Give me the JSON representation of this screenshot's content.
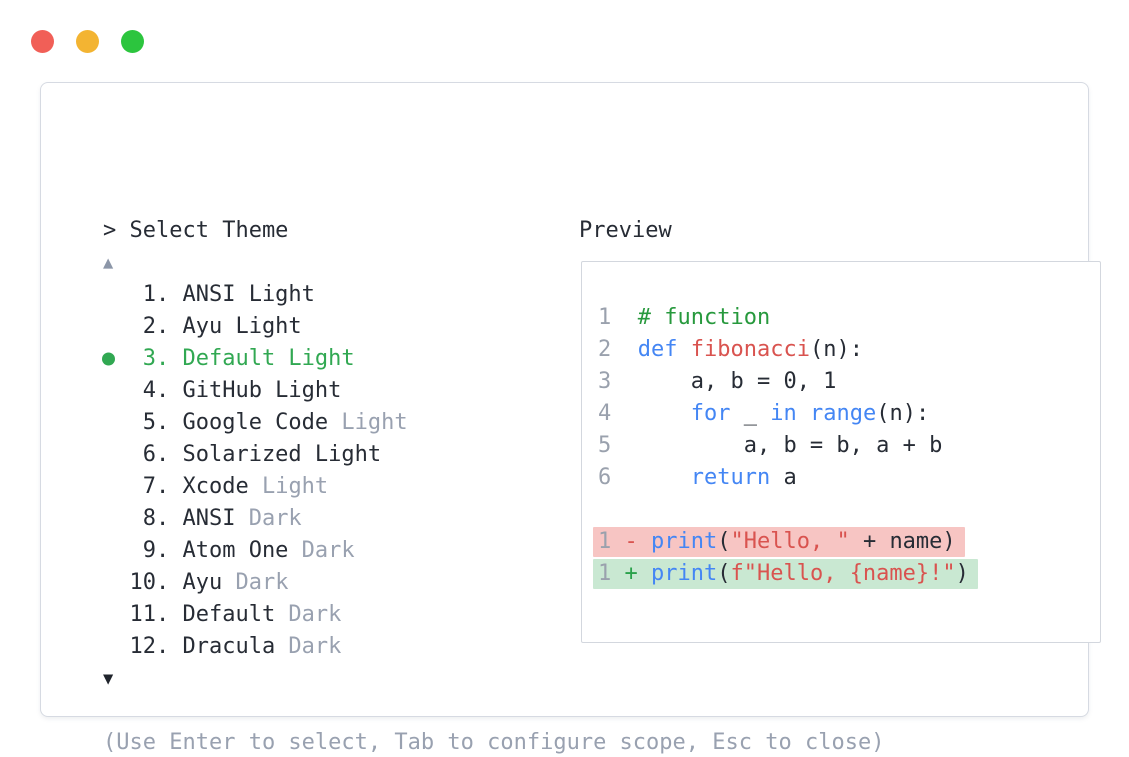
{
  "window": {
    "traffic_lights": [
      {
        "name": "close",
        "color_key": "traffic_red"
      },
      {
        "name": "minimize",
        "color_key": "traffic_yellow"
      },
      {
        "name": "zoom",
        "color_key": "traffic_green"
      }
    ],
    "prompt": "> Select Theme",
    "scroll_up_indicator": "▲",
    "scroll_down_indicator": "▼",
    "footer_hint": "(Use Enter to select, Tab to configure scope, Esc to close)"
  },
  "theme_list": {
    "selected_number": "3",
    "items": [
      {
        "number": "1",
        "name": "ANSI Light",
        "suffix": "",
        "selected": false
      },
      {
        "number": "2",
        "name": "Ayu Light",
        "suffix": "",
        "selected": false
      },
      {
        "number": "3",
        "name": "Default Light",
        "suffix": "",
        "selected": true
      },
      {
        "number": "4",
        "name": "GitHub Light",
        "suffix": "",
        "selected": false
      },
      {
        "number": "5",
        "name": "Google Code",
        "suffix": "Light",
        "selected": false
      },
      {
        "number": "6",
        "name": "Solarized Light",
        "suffix": "",
        "selected": false
      },
      {
        "number": "7",
        "name": "Xcode",
        "suffix": "Light",
        "selected": false
      },
      {
        "number": "8",
        "name": "ANSI",
        "suffix": "Dark",
        "selected": false
      },
      {
        "number": "9",
        "name": "Atom One",
        "suffix": "Dark",
        "selected": false
      },
      {
        "number": "10",
        "name": "Ayu",
        "suffix": "Dark",
        "selected": false
      },
      {
        "number": "11",
        "name": "Default",
        "suffix": "Dark",
        "selected": false
      },
      {
        "number": "12",
        "name": "Dracula",
        "suffix": "Dark",
        "selected": false
      }
    ]
  },
  "preview": {
    "label": "Preview",
    "code_lines": [
      {
        "num": "1",
        "tokens": [
          [
            "cm",
            "# function"
          ]
        ]
      },
      {
        "num": "2",
        "tokens": [
          [
            "kw",
            "def"
          ],
          [
            "pl",
            " "
          ],
          [
            "fn",
            "fibonacci"
          ],
          [
            "pl",
            "(n):"
          ]
        ]
      },
      {
        "num": "3",
        "tokens": [
          [
            "pl",
            "    a, b = 0, 1"
          ]
        ]
      },
      {
        "num": "4",
        "tokens": [
          [
            "pl",
            "    "
          ],
          [
            "kw",
            "for"
          ],
          [
            "pl",
            " _ "
          ],
          [
            "kw",
            "in"
          ],
          [
            "pl",
            " "
          ],
          [
            "kw",
            "range"
          ],
          [
            "pl",
            "(n):"
          ]
        ]
      },
      {
        "num": "5",
        "tokens": [
          [
            "pl",
            "        a, b = b, a + b"
          ]
        ]
      },
      {
        "num": "6",
        "tokens": [
          [
            "pl",
            "    "
          ],
          [
            "kw",
            "return"
          ],
          [
            "pl",
            " a"
          ]
        ]
      }
    ],
    "diff_lines": [
      {
        "num": "1",
        "sign": "-",
        "type": "removed",
        "tokens": [
          [
            "kw",
            "print"
          ],
          [
            "pl",
            "("
          ],
          [
            "st",
            "\"Hello, \""
          ],
          [
            "pl",
            " + name)"
          ]
        ]
      },
      {
        "num": "1",
        "sign": "+",
        "type": "added",
        "tokens": [
          [
            "kw",
            "print"
          ],
          [
            "pl",
            "("
          ],
          [
            "st",
            "f\"Hello, {name}!\""
          ],
          [
            "pl",
            ")"
          ]
        ]
      }
    ]
  },
  "colors": {
    "text": "#272c35",
    "muted": "#99a1b0",
    "selected_green": "#31a852",
    "scroll_up_arrow": "#8c96a8",
    "keyword_blue": "#4486f4",
    "literal_red": "#d9534f",
    "comment_green": "#27993d",
    "line_number": "#9aa1ad",
    "diff_removed_bg": "#f7c5c3",
    "diff_added_bg": "#c9e8d2",
    "panel_border": "#d6dae2",
    "traffic_red": "#f15f57",
    "traffic_yellow": "#f3b432",
    "traffic_green": "#2cc53e"
  }
}
